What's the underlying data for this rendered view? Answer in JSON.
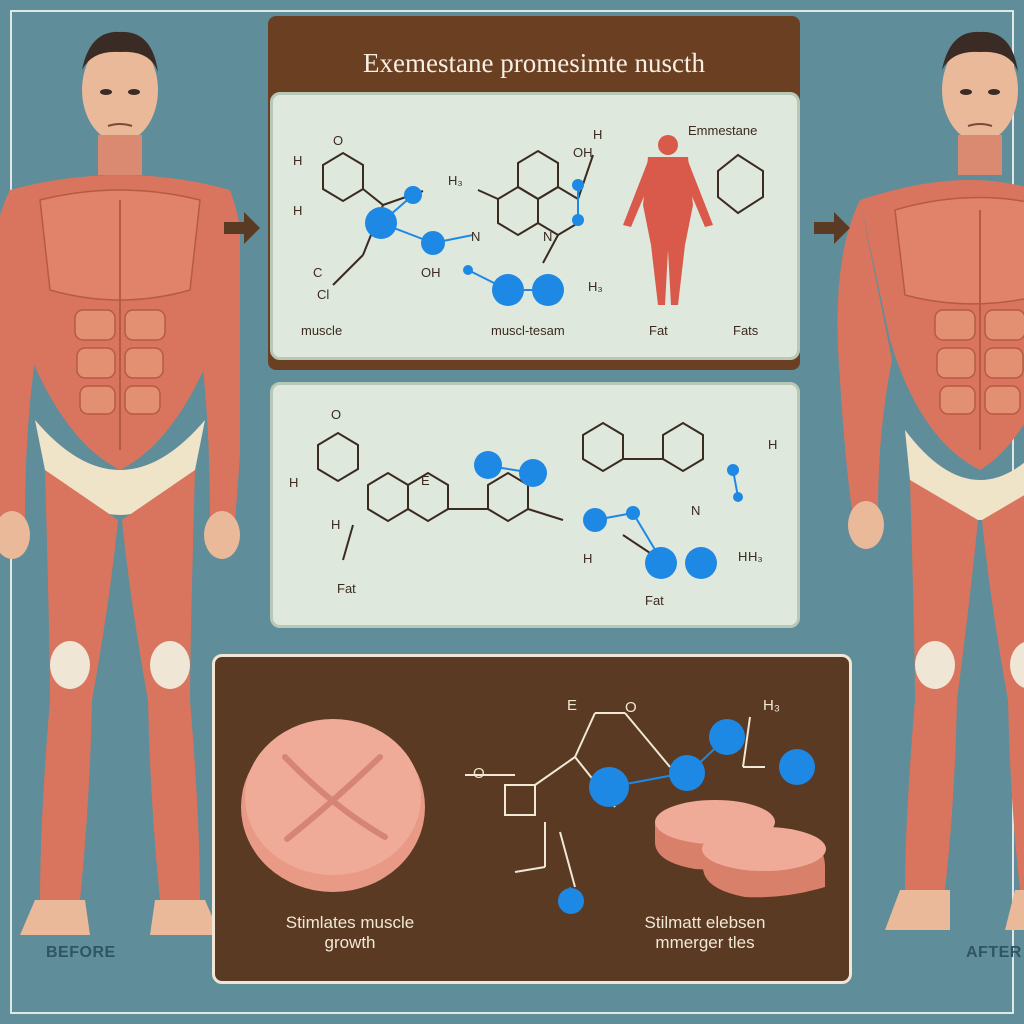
{
  "title": "Exemestane promesimte nuscth",
  "before_label": "BEFORE",
  "after_label": "AFTER",
  "panel1": {
    "labels": [
      "muscle",
      "muscl-tesam",
      "Fat",
      "Fats",
      "Emmestane"
    ],
    "atoms": [
      "H",
      "H",
      "O",
      "H",
      "C",
      "Cl",
      "OH",
      "N",
      "N",
      "OH",
      "H₃",
      "H₃"
    ]
  },
  "panel2": {
    "labels": [
      "Fat",
      "Fat"
    ],
    "atoms": [
      "O",
      "H",
      "H",
      "E",
      "H",
      "H",
      "H",
      "N",
      "H₃"
    ]
  },
  "panel3": {
    "caption_left": "Stimlates muscle growth",
    "caption_right": "Stilmatt elebsen mmerger tles",
    "atoms": [
      "E",
      "O",
      "O",
      "H₃"
    ]
  },
  "colors": {
    "background": "#5f8d99",
    "title_box": "#6b3f22",
    "panel": "#dfe8dc",
    "bottom_panel": "#5a3a22",
    "atom": "#1e88e5",
    "muscle": "#d9755e",
    "skin": "#e9b99a"
  }
}
